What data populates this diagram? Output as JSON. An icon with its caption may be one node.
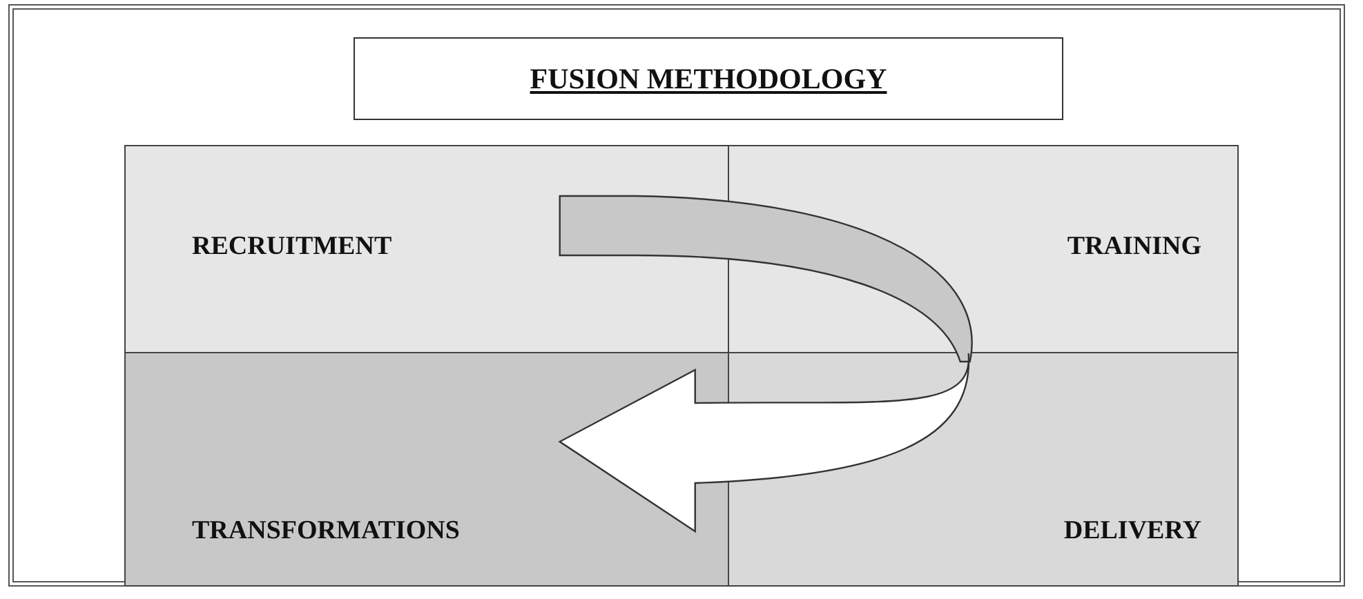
{
  "diagram": {
    "nodes": [
      {
        "text": [
          "FUSION METHODOLOGY"
        ]
      },
      {
        "text": [
          "RECRUITMENT"
        ]
      },
      {
        "text": [
          "TRAINING"
        ]
      },
      {
        "text": [
          "TRANSFORMATIONS"
        ]
      },
      {
        "text": [
          "DELIVERY"
        ]
      }
    ],
    "edges": [
      {
        "from": 1,
        "to": 3,
        "arrow": "to"
      }
    ]
  }
}
